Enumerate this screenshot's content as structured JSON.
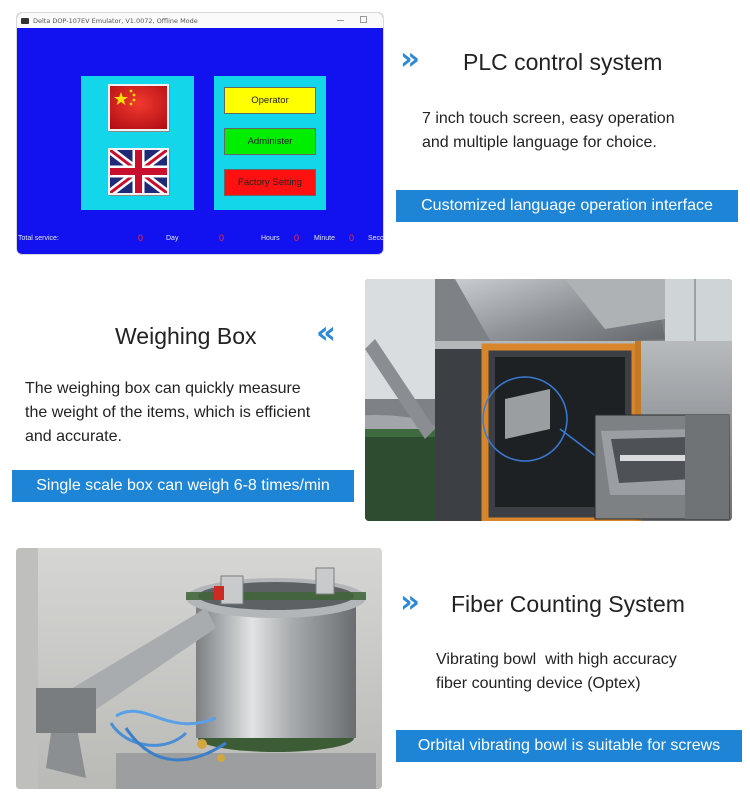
{
  "plc_section": {
    "heading": "PLC control system",
    "description_lines": [
      "7 inch touch screen, easy operation",
      "and multiple language for choice."
    ],
    "banner": "Customized language operation interface",
    "screen": {
      "window_title": "Delta DOP-107EV Emulator, V1.0072, Offline Mode",
      "buttons": {
        "operator": "Operator",
        "administer": "Administer",
        "factory_setting": "Factory Setting"
      },
      "status": {
        "total_label": "Total service:",
        "day_label": "Day",
        "hours_label": "Hours",
        "minute_label": "Minute",
        "second_label": "Seco",
        "total_value": "0",
        "day_value": "0",
        "hours_value": "0",
        "minute_value": "0"
      },
      "colors": {
        "background": "#1212f0",
        "panel": "#13d6ea",
        "operator": "#ffff00",
        "administer": "#00ee00",
        "factory_setting": "#ff1111",
        "counter": "#ff2a2a"
      }
    }
  },
  "weighing_section": {
    "heading": "Weighing Box",
    "description_lines": [
      "The weighing box can quickly measure",
      "the weight of the items, which is efficient",
      "and accurate."
    ],
    "banner": "Single scale box can weigh 6-8 times/min"
  },
  "fiber_section": {
    "heading": "Fiber Counting System",
    "description_lines": [
      "Vibrating bowl  with high accuracy",
      "fiber counting device (Optex)"
    ],
    "banner": "Orbital vibrating bowl is suitable for screws"
  },
  "icons": {
    "chevron_right": "»",
    "chevron_left": "«"
  },
  "accent_color": "#1e85d6"
}
